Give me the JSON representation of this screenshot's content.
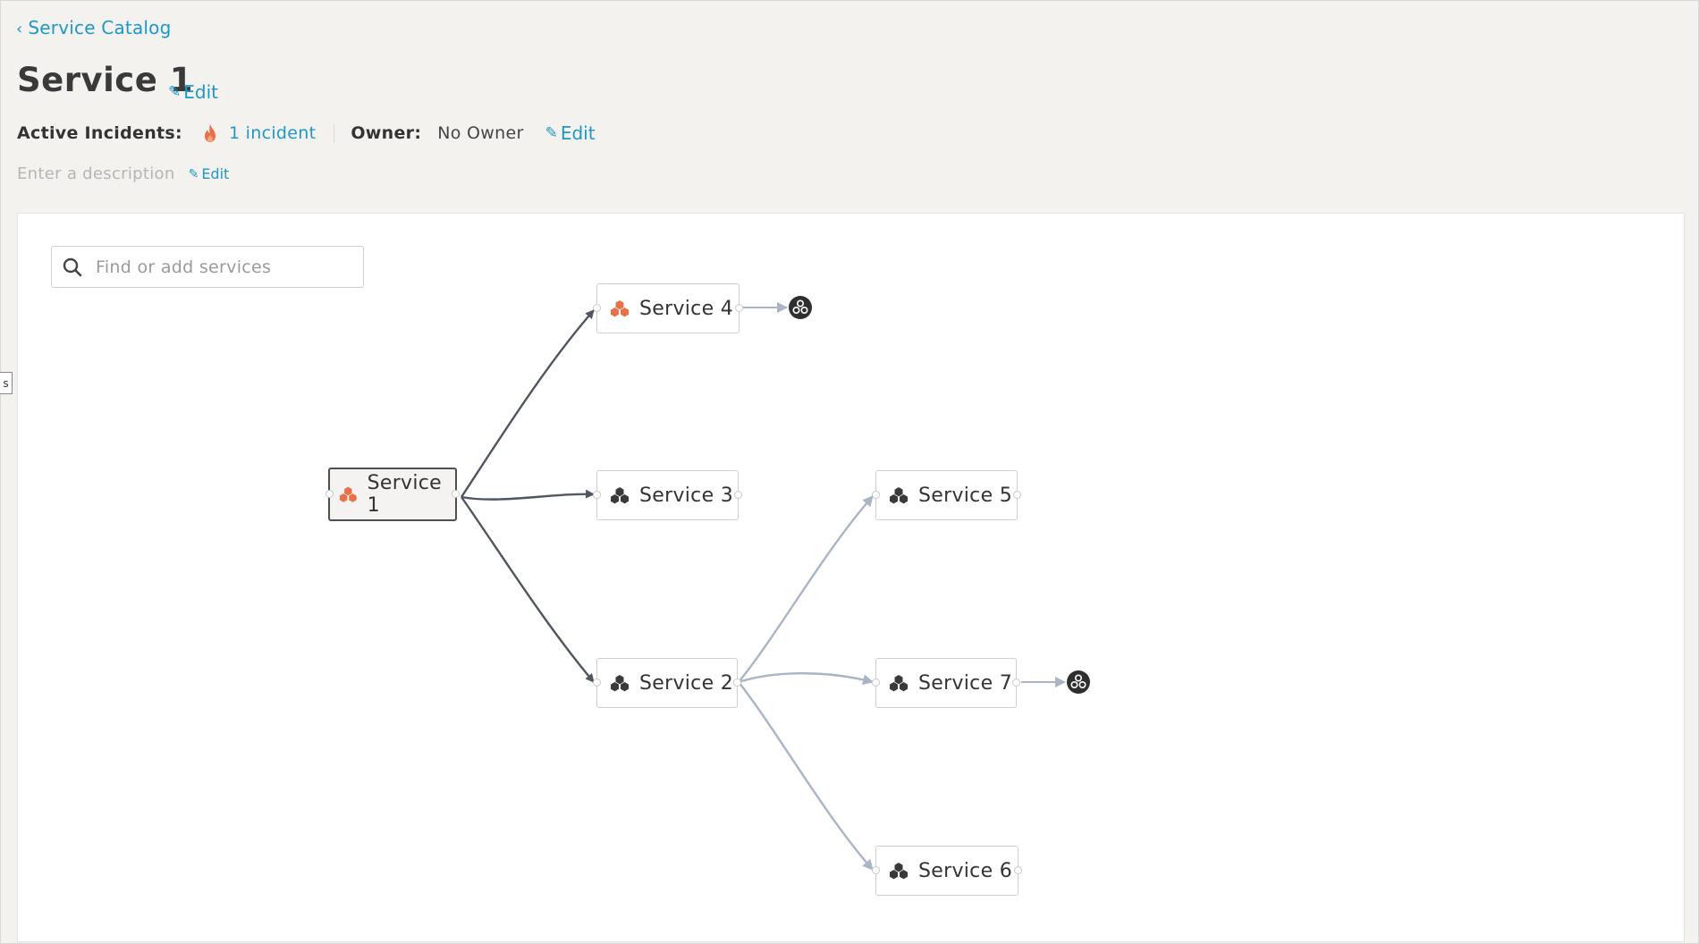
{
  "nav": {
    "back_label": "Service Catalog"
  },
  "header": {
    "title": "Service 1",
    "edit_label": "Edit"
  },
  "meta": {
    "active_incidents_label": "Active Incidents:",
    "incidents_link": "1 incident",
    "owner_label": "Owner:",
    "owner_value": "No Owner",
    "owner_edit_label": "Edit"
  },
  "description": {
    "placeholder": "Enter a description",
    "edit_label": "Edit"
  },
  "side_tab": {
    "label": "s"
  },
  "search": {
    "placeholder": "Find or add services"
  },
  "graph": {
    "nodes": [
      {
        "id": "s1",
        "label": "Service 1",
        "status": "incident",
        "selected": true
      },
      {
        "id": "s4",
        "label": "Service 4",
        "status": "incident"
      },
      {
        "id": "s3",
        "label": "Service 3",
        "status": "ok"
      },
      {
        "id": "s2",
        "label": "Service 2",
        "status": "ok"
      },
      {
        "id": "s5",
        "label": "Service 5",
        "status": "ok"
      },
      {
        "id": "s7",
        "label": "Service 7",
        "status": "ok"
      },
      {
        "id": "s6",
        "label": "Service 6",
        "status": "ok"
      }
    ],
    "edges": [
      {
        "from": "s1",
        "to": "s4",
        "style": "dark"
      },
      {
        "from": "s1",
        "to": "s3",
        "style": "dark"
      },
      {
        "from": "s1",
        "to": "s2",
        "style": "dark"
      },
      {
        "from": "s2",
        "to": "s5",
        "style": "light"
      },
      {
        "from": "s2",
        "to": "s7",
        "style": "light"
      },
      {
        "from": "s2",
        "to": "s6",
        "style": "light"
      },
      {
        "from": "s4",
        "to": "ext1",
        "style": "light"
      },
      {
        "from": "s7",
        "to": "ext2",
        "style": "light"
      }
    ]
  },
  "colors": {
    "accent": "#1f97c9",
    "incident": "#e8714a",
    "ok": "#3a3a3a",
    "edge_dark": "#4f5660",
    "edge_light": "#aab4c3"
  },
  "icons": {
    "back": "chevron-left-icon",
    "edit": "pencil-icon",
    "incident": "flame-icon",
    "search": "search-icon",
    "service": "service-cluster-icon",
    "external": "external-service-icon"
  }
}
